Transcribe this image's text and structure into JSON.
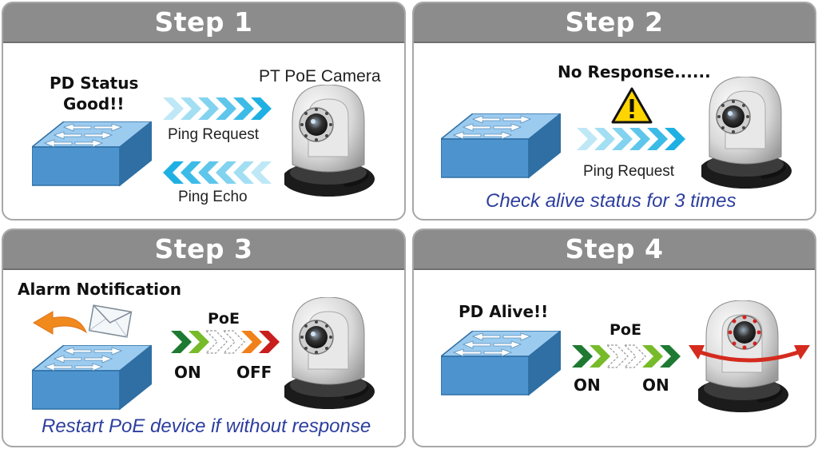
{
  "steps": [
    {
      "title": "Step 1",
      "status_line1": "PD Status",
      "status_line2": "Good!!",
      "camera_label": "PT PoE Camera",
      "request_label": "Ping Request",
      "echo_label": "Ping Echo"
    },
    {
      "title": "Step 2",
      "warning": "No Response......",
      "request_label": "Ping Request",
      "note": "Check alive status for 3 times"
    },
    {
      "title": "Step 3",
      "alarm": "Alarm Notification",
      "poe_label": "PoE",
      "on_label": "ON",
      "off_label": "OFF",
      "note": "Restart PoE device if without response"
    },
    {
      "title": "Step 4",
      "alive": "PD Alive!!",
      "poe_label": "PoE",
      "on_label_left": "ON",
      "on_label_right": "ON"
    }
  ],
  "colors": {
    "header": "#8c8c8c",
    "switch": "#4d94cf",
    "ping_arrow": "#2ab4e6",
    "on_green": "#2b8a3e",
    "off_red": "#d42b1e",
    "note_text": "#2c3e9e"
  }
}
